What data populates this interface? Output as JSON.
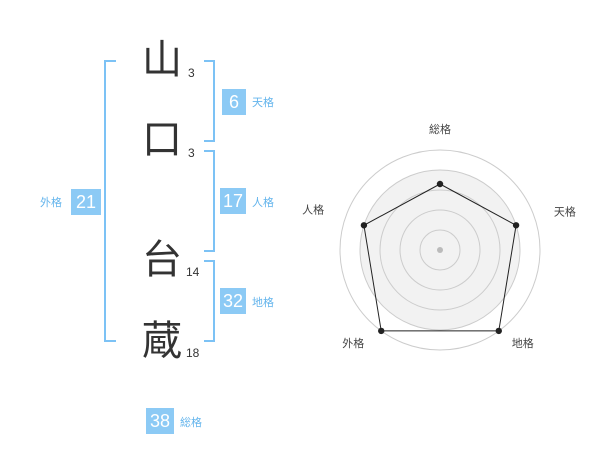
{
  "name": {
    "characters": [
      {
        "char": "山",
        "strokes": "3"
      },
      {
        "char": "口",
        "strokes": "3"
      },
      {
        "char": "台",
        "strokes": "14"
      },
      {
        "char": "蔵",
        "strokes": "18"
      }
    ]
  },
  "scores": {
    "tenkaku": {
      "value": "6",
      "label": "天格"
    },
    "jinkaku": {
      "value": "17",
      "label": "人格"
    },
    "chikaku": {
      "value": "32",
      "label": "地格"
    },
    "gaikaku": {
      "value": "21",
      "label": "外格"
    },
    "soukaku": {
      "value": "38",
      "label": "総格"
    }
  },
  "chart_data": {
    "type": "radar",
    "axes": [
      "総格",
      "天格",
      "地格",
      "外格",
      "人格"
    ],
    "levels": 5,
    "values": [
      3.3,
      4,
      5,
      5,
      4
    ],
    "max": 5,
    "colors": {
      "area": "#f2f2f2",
      "line": "#222222",
      "grid": "#cccccc",
      "badge": "#8ccaf5",
      "bracket": "#7cc2f5"
    }
  }
}
